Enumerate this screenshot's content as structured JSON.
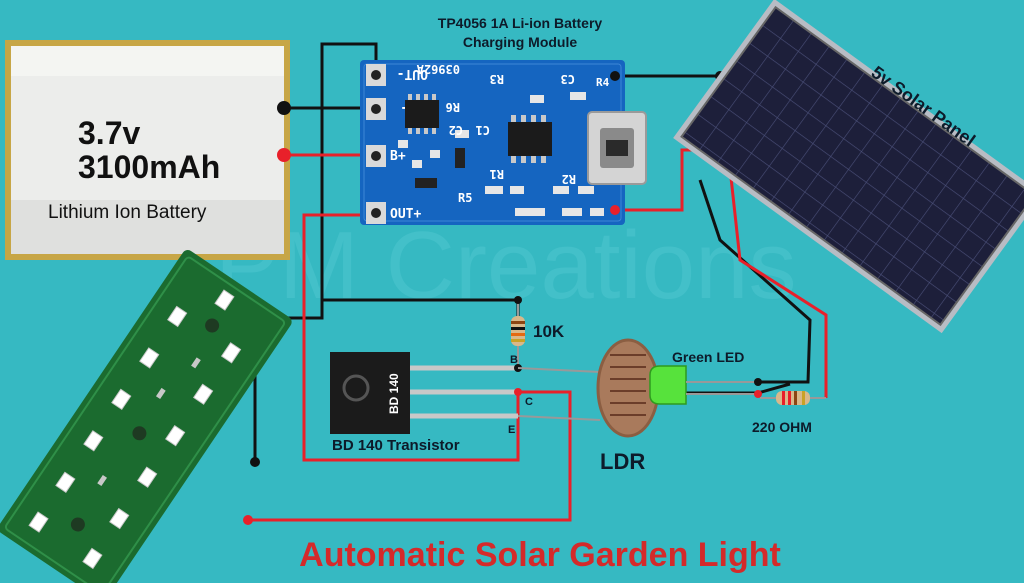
{
  "title": "Automatic Solar Garden Light",
  "watermark": "PM Creations",
  "module": {
    "label_line1": "TP4056 1A Li-ion Battery",
    "label_line2": "Charging Module",
    "pins": [
      "OUT-",
      "B-",
      "B+",
      "OUT+"
    ],
    "silkscreen": {
      "chip": "03962A",
      "r3": "R3",
      "c3": "C3",
      "r6": "R6",
      "c1": "C1",
      "c2": "C2",
      "r1": "R1",
      "r2": "R2",
      "r5": "R5",
      "r4": "R4"
    }
  },
  "battery": {
    "voltage": "3.7v",
    "capacity": "3100mAh",
    "label": "Lithium Ion Battery"
  },
  "solar_panel": {
    "label": "5v Solar Panel"
  },
  "resistor_10k": {
    "label": "10K"
  },
  "transistor": {
    "body_text": "BD 140",
    "label": "BD 140 Transistor",
    "pin_b": "B",
    "pin_c": "C",
    "pin_e": "E"
  },
  "ldr": {
    "label": "LDR"
  },
  "green_led": {
    "label": "Green LED"
  },
  "resistor_220": {
    "label": "220 OHM"
  },
  "colors": {
    "background": "#36b9c2",
    "wire_red": "#e8202a",
    "wire_black": "#111111",
    "pcb_blue": "#1565c0",
    "title_red": "#d42a2a"
  }
}
